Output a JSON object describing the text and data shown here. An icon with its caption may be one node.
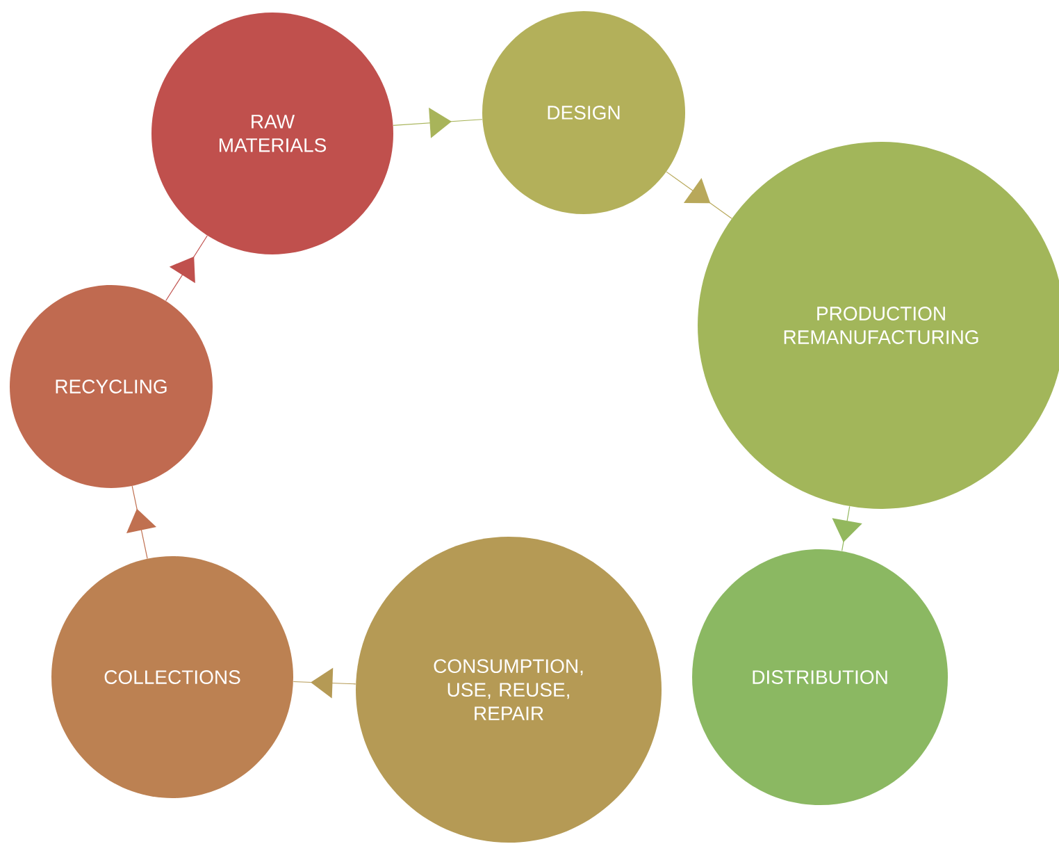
{
  "diagram": {
    "nodes": [
      {
        "text": [
          "RAW MATERIALS"
        ]
      },
      {
        "text": [
          "DESIGN"
        ]
      },
      {
        "text": [
          "PRODUCTION REMANUFACTURING"
        ]
      },
      {
        "text": [
          "DISTRIBUTION"
        ]
      },
      {
        "text": [
          "CONSUMPTION, USE, REUSE, REPAIR"
        ]
      },
      {
        "text": [
          "COLLECTIONS"
        ]
      },
      {
        "text": [
          "RECYCLING"
        ]
      }
    ],
    "edges": [
      {
        "from": 0,
        "to": 1,
        "arrow": "to",
        "color": "#a8b45a"
      },
      {
        "from": 1,
        "to": 2,
        "arrow": "to",
        "color": "#b8a85a"
      },
      {
        "from": 2,
        "to": 3,
        "arrow": "to",
        "color": "#93b85e"
      },
      {
        "from": 4,
        "to": 5,
        "arrow": "to",
        "color": "#b59a55"
      },
      {
        "from": 5,
        "to": 6,
        "arrow": "to",
        "color": "#c07050"
      },
      {
        "from": 6,
        "to": 0,
        "arrow": "to",
        "color": "#c0504d"
      }
    ]
  }
}
